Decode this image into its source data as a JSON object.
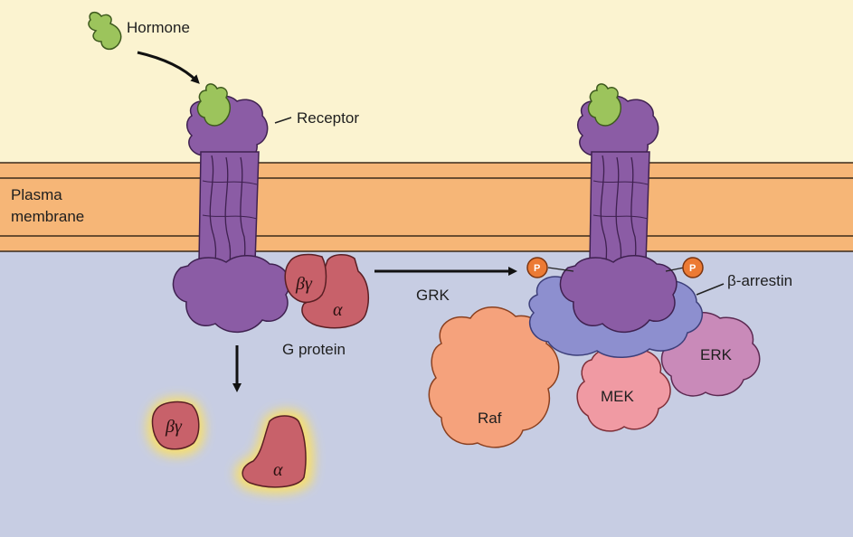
{
  "labels": {
    "hormone": "Hormone",
    "receptor": "Receptor",
    "plasma_membrane_line1": "Plasma",
    "plasma_membrane_line2": "membrane",
    "beta_gamma": "βγ",
    "alpha": "α",
    "g_protein": "G protein",
    "grk": "GRK",
    "beta_arrestin": "β-arrestin",
    "raf": "Raf",
    "mek": "MEK",
    "erk": "ERK",
    "phosphate": "P"
  },
  "colors": {
    "extracellular": "#fbf3d0",
    "membrane": "#f6b677",
    "cytoplasm": "#c7cde3",
    "receptor": "#8b5ca5",
    "hormone": "#9cc45c",
    "g_protein": "#c8616a",
    "beta_arrestin": "#8d8fcf",
    "raf": "#f5a27c",
    "mek": "#f09aa3",
    "erk": "#c98ab9",
    "phosphate": "#ec7a34",
    "glow": "#ffe15a"
  }
}
